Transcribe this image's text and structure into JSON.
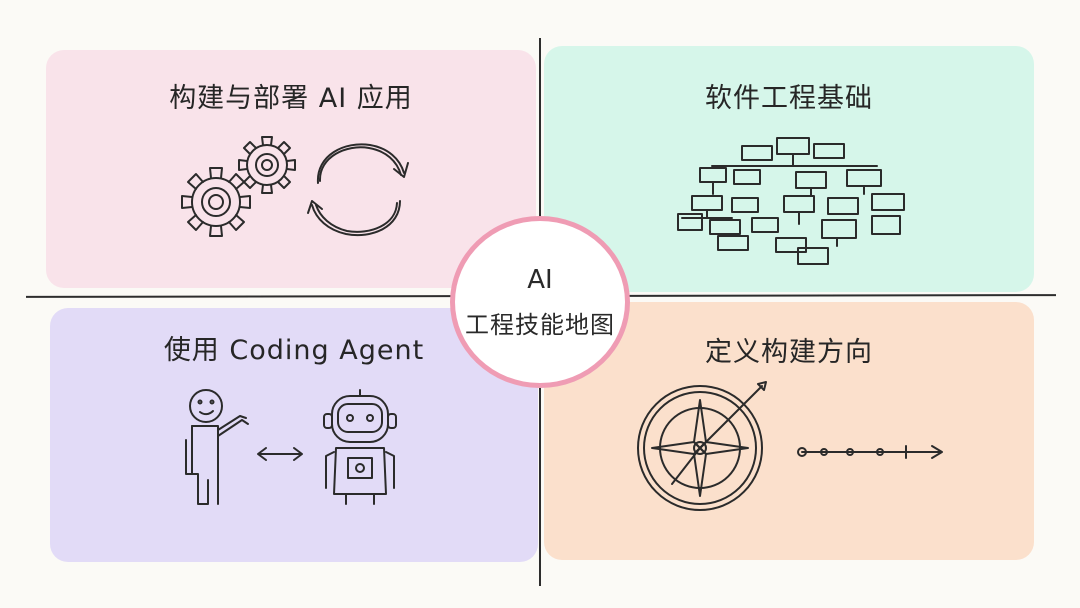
{
  "center": {
    "line1": "AI",
    "line2": "工程技能地图"
  },
  "quadrants": {
    "top_left": {
      "title": "构建与部署 AI 应用"
    },
    "top_right": {
      "title": "软件工程基础"
    },
    "bottom_left": {
      "title": "使用 Coding Agent"
    },
    "bottom_right": {
      "title": "定义构建方向"
    }
  },
  "colors": {
    "top_left": "#f9e3ea",
    "top_right": "#d6f6ea",
    "bottom_left": "#e2dbf7",
    "bottom_right": "#fbe0cc",
    "circle_border": "#ef9cb4"
  },
  "icons": {
    "top_left": [
      "gears-icon",
      "cycle-arrows-icon"
    ],
    "top_right": [
      "flowchart-icon"
    ],
    "bottom_left": [
      "person-icon",
      "two-way-arrow-icon",
      "robot-icon"
    ],
    "bottom_right": [
      "compass-icon",
      "dotted-arrow-icon"
    ]
  }
}
